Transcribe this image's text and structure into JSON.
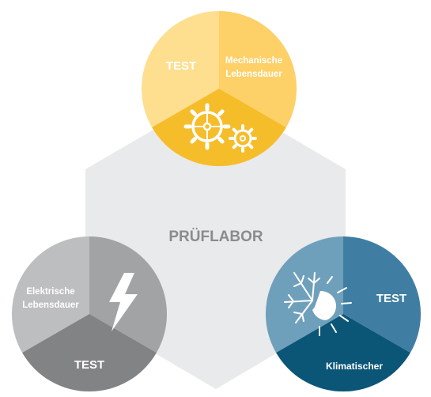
{
  "center": {
    "title": "PRÜFLABOR"
  },
  "mechanical": {
    "left_label": "TEST",
    "right_label_line1": "Mechanische",
    "right_label_line2": "Lebensdauer",
    "icon": "gears-icon"
  },
  "electrical": {
    "left_label_line1": "Elektrische",
    "left_label_line2": "Lebensdauer",
    "bottom_label": "TEST",
    "icon": "lightning-bolt-icon"
  },
  "climatic": {
    "right_label": "TEST",
    "bottom_label": "Klimatischer",
    "icon": "snowflake-sun-icon"
  },
  "colors": {
    "hexagon": "#e9eaeb",
    "center_text": "#8a8b8d",
    "yellow_light": "#fddf8f",
    "yellow_mid": "#fdd068",
    "yellow_dark": "#f6bd2a",
    "gray_light": "#bdbec0",
    "gray_mid": "#a2a3a5",
    "gray_dark": "#828385",
    "blue_light": "#6fa0bb",
    "blue_mid": "#3f7ea2",
    "blue_dark": "#0b5577"
  }
}
